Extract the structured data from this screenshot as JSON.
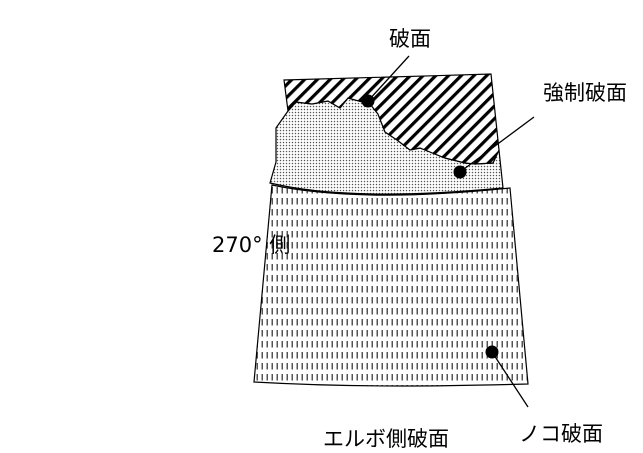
{
  "labels": {
    "fracture_surface": "破面",
    "forced_fracture_surface": "強制破面",
    "side_270": "270° 側",
    "elbow_side_fracture_surface": "エルボ側破面",
    "saw_cut_surface": "ノコ破面"
  }
}
